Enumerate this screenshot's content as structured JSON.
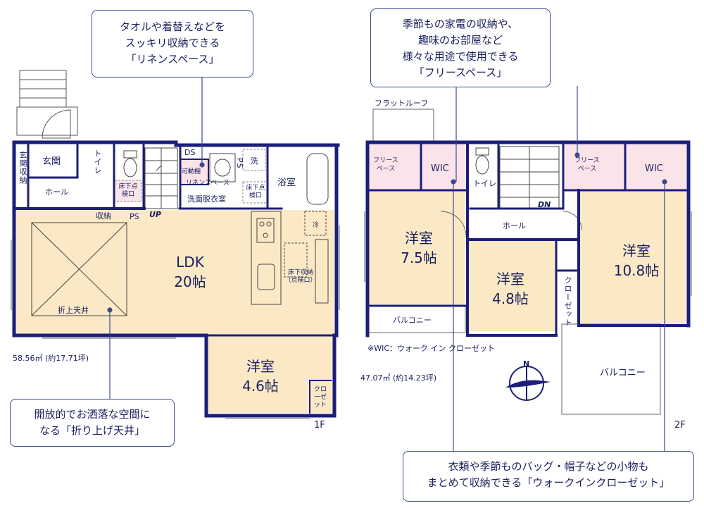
{
  "callouts": {
    "linen": [
      "タオルや着替えなどを",
      "スッキリ収納できる",
      "「リネンスペース」"
    ],
    "free": [
      "季節もの家電の収納や、",
      "趣味のお部屋など",
      "様々な用途で使用できる",
      "「フリースペース」"
    ],
    "ceiling": [
      "開放的でお洒落な空間に",
      "なる「折り上げ天井」"
    ],
    "wic": [
      "衣類や季節ものバッグ・帽子などの小物も",
      "まとめて収納できる「ウォークインクローゼット」"
    ]
  },
  "floor1": {
    "label": "1F",
    "area": "58.56㎡ (約17.71坪)",
    "rooms": {
      "genkan": "玄関",
      "genkan_storage": "玄関収納",
      "hall": "ホール",
      "toilet": "トイレ",
      "ds": "DS",
      "movable_shelf": "可動棚",
      "linen_space": "リネンスペース",
      "ps": "PS",
      "washer": "洗",
      "bath": "浴室",
      "floor_hatch": "床下点検口",
      "dressing": "洗面脱衣室",
      "floor_hatch2": "床下点検口",
      "storage": "収納",
      "ps2": "PS",
      "up": "UP",
      "ldk_name": "LDK",
      "ldk_size": "20帖",
      "fridge": "冷",
      "floor_storage": "床下収納（点検口）",
      "raised_ceiling": "折上天井",
      "western_name": "洋室",
      "western_size": "4.6帖",
      "closet": "クローゼット"
    }
  },
  "floor2": {
    "label": "2F",
    "area": "47.07㎡ (約14.23坪)",
    "note": "※WIC：ウォーク イン クローゼット",
    "rooms": {
      "flat_roof": "フラットルーフ",
      "free_space_left": "フリースペース",
      "wic_left": "WIC",
      "toilet": "トイレ",
      "dn": "DN",
      "free_space_right": "フリースペース",
      "wic_right": "WIC",
      "hall": "ホール",
      "room_a_name": "洋室",
      "room_a_size": "7.5帖",
      "room_b_name": "洋室",
      "room_b_size": "4.8帖",
      "closet": "クローゼット",
      "room_c_name": "洋室",
      "room_c_size": "10.8帖",
      "balcony_small": "バルコニー",
      "balcony_large": "バルコニー",
      "compass": "N"
    }
  },
  "colors": {
    "wall": "#1c1e7a",
    "room_fill": "#fbe9c6",
    "pink_fill": "#fbe3ea",
    "line": "#3a4a8c"
  }
}
